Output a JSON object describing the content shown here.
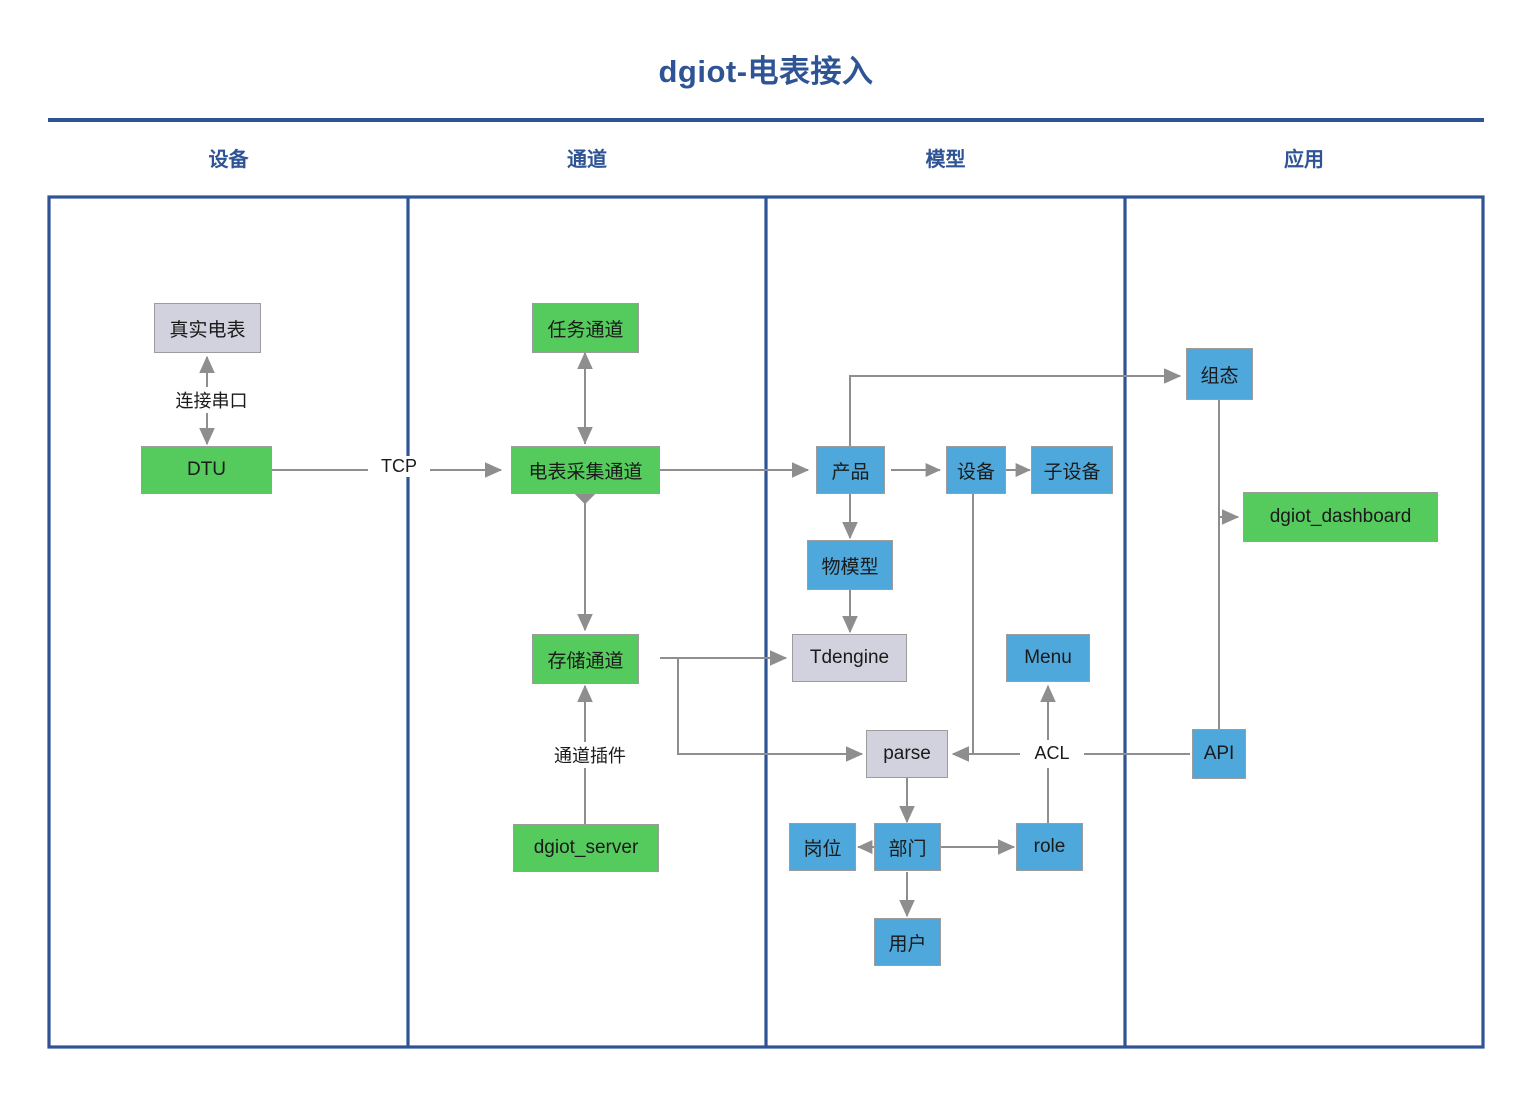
{
  "title": "dgiot-电表接入",
  "accent_color": "#2E5496",
  "palette": {
    "green": "#55CB5D",
    "blue": "#4FA8DC",
    "gray": "#D2D2DE",
    "edge": "#9C9C9C"
  },
  "columns": [
    {
      "header": "设备"
    },
    {
      "header": "通道"
    },
    {
      "header": "模型"
    },
    {
      "header": "应用"
    }
  ],
  "nodes": [
    {
      "id": "real_meter",
      "label": "真实电表",
      "color": "gray",
      "column": 0
    },
    {
      "id": "dtu",
      "label": "DTU",
      "color": "green",
      "column": 0
    },
    {
      "id": "task_channel",
      "label": "任务通道",
      "color": "green",
      "column": 1
    },
    {
      "id": "meter_channel",
      "label": "电表采集通道",
      "color": "green",
      "column": 1
    },
    {
      "id": "storage_channel",
      "label": "存储通道",
      "color": "green",
      "column": 1
    },
    {
      "id": "dgiot_server",
      "label": "dgiot_server",
      "color": "green",
      "column": 1
    },
    {
      "id": "product",
      "label": "产品",
      "color": "blue",
      "column": 2
    },
    {
      "id": "device",
      "label": "设备",
      "color": "blue",
      "column": 2
    },
    {
      "id": "subdevice",
      "label": "子设备",
      "color": "blue",
      "column": 2
    },
    {
      "id": "thing_model",
      "label": "物模型",
      "color": "blue",
      "column": 2
    },
    {
      "id": "tdengine",
      "label": "Tdengine",
      "color": "gray",
      "column": 2
    },
    {
      "id": "menu",
      "label": "Menu",
      "color": "blue",
      "column": 2
    },
    {
      "id": "parse",
      "label": "parse",
      "color": "gray",
      "column": 2
    },
    {
      "id": "post",
      "label": "岗位",
      "color": "blue",
      "column": 2
    },
    {
      "id": "dept",
      "label": "部门",
      "color": "blue",
      "column": 2
    },
    {
      "id": "role",
      "label": "role",
      "color": "blue",
      "column": 2
    },
    {
      "id": "user",
      "label": "用户",
      "color": "blue",
      "column": 2
    },
    {
      "id": "scada",
      "label": "组态",
      "color": "blue",
      "column": 3
    },
    {
      "id": "dashboard",
      "label": "dgiot_dashboard",
      "color": "green",
      "column": 3
    },
    {
      "id": "api",
      "label": "API",
      "color": "blue",
      "column": 3
    }
  ],
  "edge_labels": {
    "serial_port": "连接串口",
    "tcp": "TCP",
    "channel_plugin": "通道插件",
    "acl": "ACL"
  }
}
